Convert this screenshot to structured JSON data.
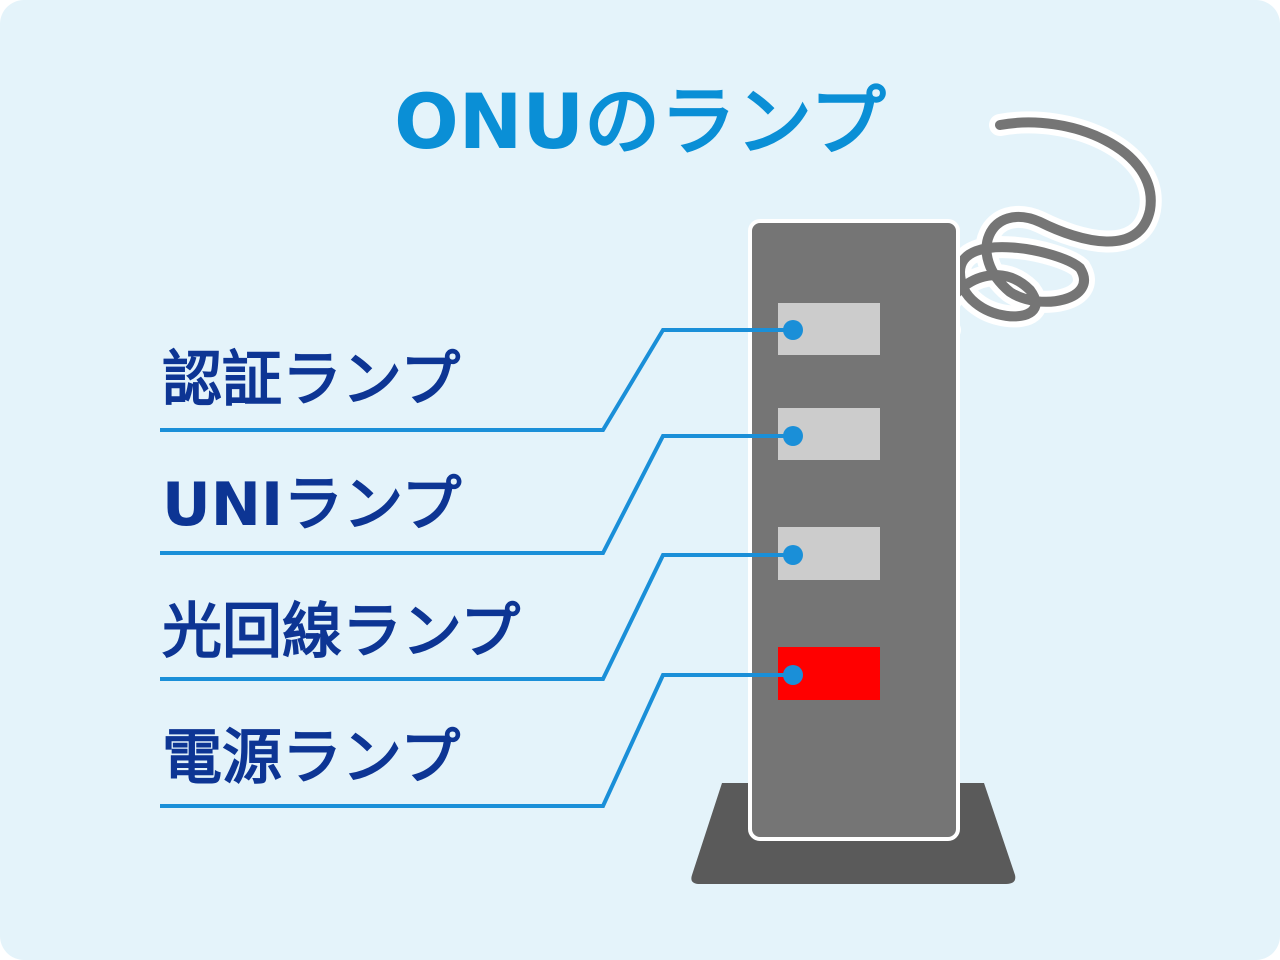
{
  "title": "ONUのランプ",
  "labels": [
    {
      "text": "認証ランプ",
      "lamp_color": "#cccccc"
    },
    {
      "text": "UNIランプ",
      "lamp_color": "#cccccc"
    },
    {
      "text": "光回線ランプ",
      "lamp_color": "#cccccc"
    },
    {
      "text": "電源ランプ",
      "lamp_color": "#ff0000"
    }
  ],
  "colors": {
    "background": "#e4f3fa",
    "title": "#0a8fd6",
    "label": "#0d3594",
    "leader": "#1a8fd8",
    "device": "#757575",
    "base": "#5a5a5a"
  }
}
